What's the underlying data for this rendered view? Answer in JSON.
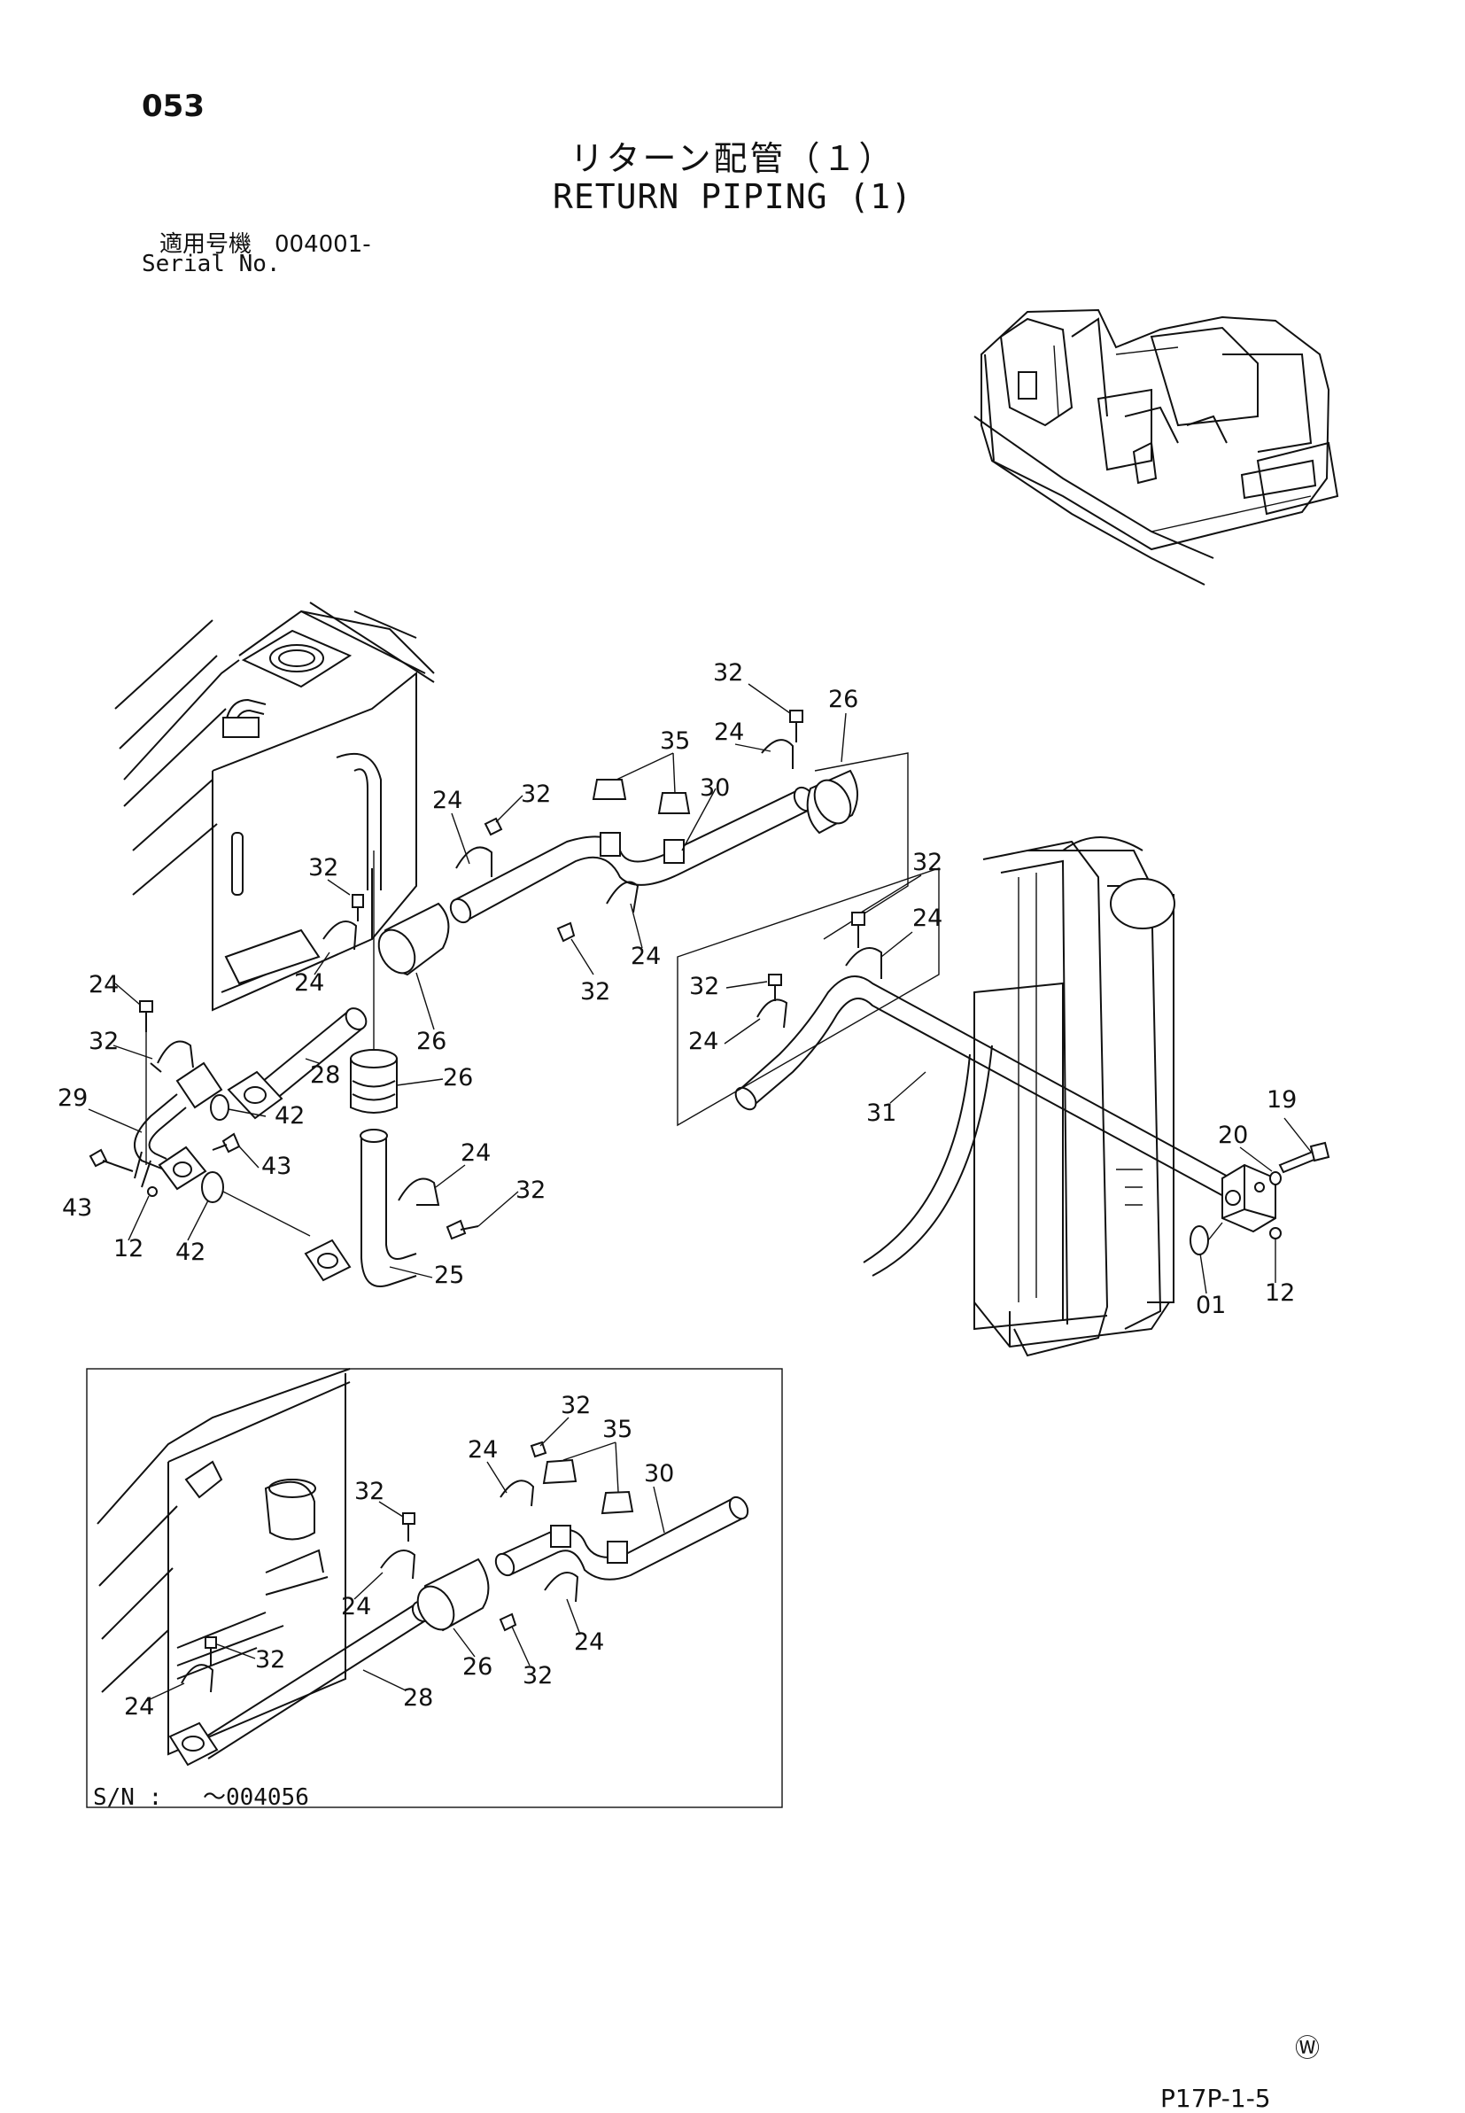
{
  "page": {
    "number": "053",
    "title_jp": "リターン配管（１）",
    "title_en": "RETURN PIPING (1)",
    "serial_jp_label": "適用号機",
    "serial_value": "004001-",
    "serial_en_label": "Serial No.",
    "footer_mark": "Ⓦ",
    "footer_code": "P17P-1-5"
  },
  "inset": {
    "sn_label": "S/N :",
    "sn_value": "～004056"
  },
  "callouts_main": [
    "32",
    "26",
    "35",
    "24",
    "24",
    "32",
    "30",
    "32",
    "32",
    "24",
    "24",
    "32",
    "32",
    "24",
    "24",
    "26",
    "32",
    "24",
    "28",
    "26",
    "42",
    "31",
    "29",
    "43",
    "19",
    "20",
    "43",
    "24",
    "12",
    "32",
    "42",
    "25",
    "01",
    "12"
  ],
  "callouts_inset": [
    "32",
    "35",
    "24",
    "30",
    "32",
    "24",
    "24",
    "26",
    "32",
    "32",
    "24",
    "28"
  ]
}
